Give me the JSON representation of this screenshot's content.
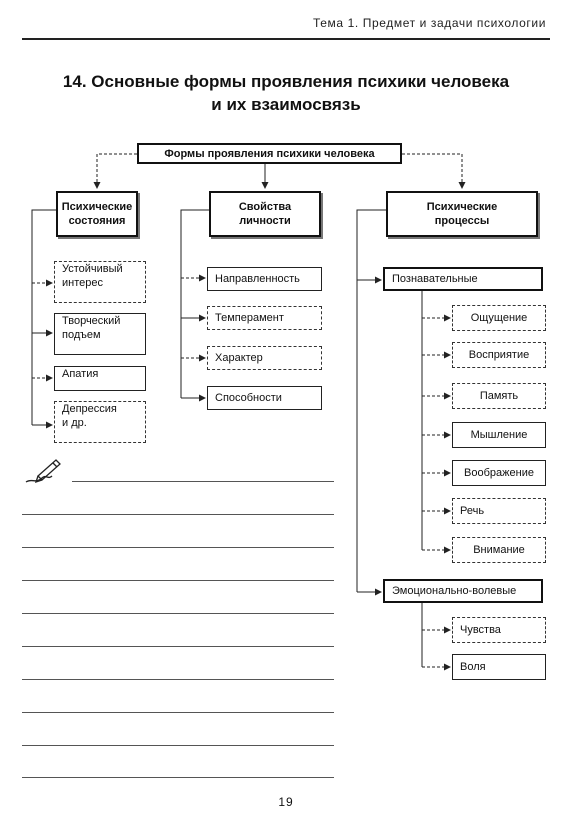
{
  "header": {
    "running_title": "Тема 1. Предмет и задачи психологии"
  },
  "title": {
    "line1": "14. Основные формы проявления психики человека",
    "line2": "и их взаимосвязь"
  },
  "diagram": {
    "root": "Формы проявления психики человека",
    "states": {
      "label_line1": "Психические",
      "label_line2": "состояния",
      "items": [
        {
          "line1": "Устойчивый",
          "line2": "интерес"
        },
        {
          "line1": "Творческий",
          "line2": "подъем"
        },
        {
          "line1": "Апатия",
          "line2": ""
        },
        {
          "line1": "Депрессия",
          "line2": "и др."
        }
      ]
    },
    "personality": {
      "label_line1": "Свойства",
      "label_line2": "личности",
      "items": [
        "Направленность",
        "Темперамент",
        "Характер",
        "Способности"
      ]
    },
    "processes": {
      "label_line1": "Психические",
      "label_line2": "процессы",
      "cognitive": {
        "label": "Познавательные",
        "items": [
          "Ощущение",
          "Восприятие",
          "Память",
          "Мышление",
          "Воображение",
          "Речь",
          "Внимание"
        ]
      },
      "emotional": {
        "label": "Эмоционально-волевые",
        "items": [
          "Чувства",
          "Воля"
        ]
      }
    }
  },
  "icons": {
    "notes": "pen-writing-icon"
  },
  "footer": {
    "page_number": "19"
  }
}
